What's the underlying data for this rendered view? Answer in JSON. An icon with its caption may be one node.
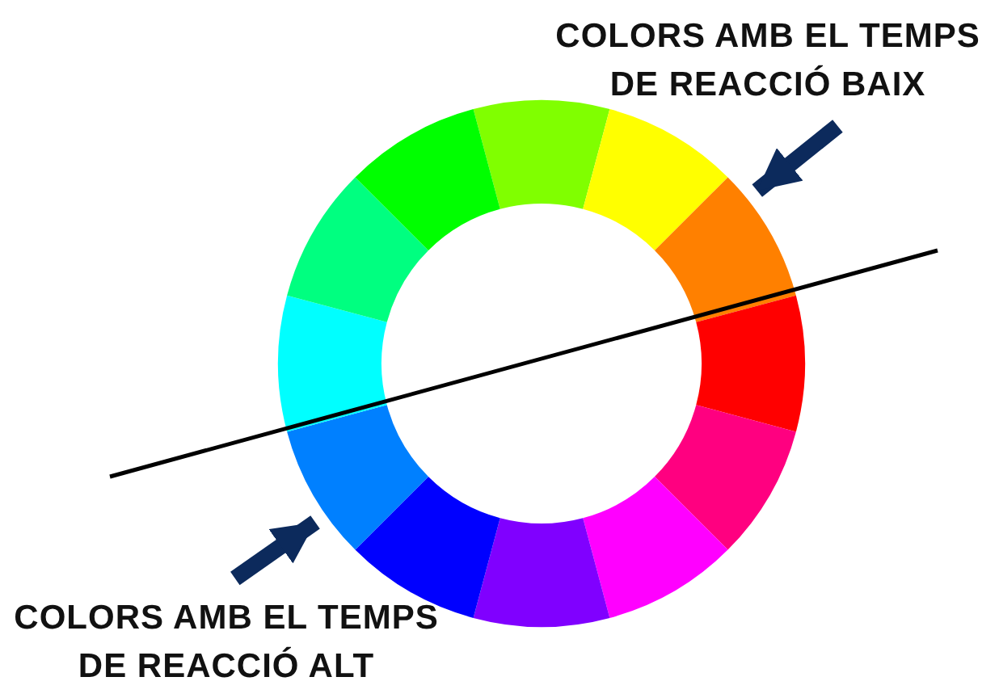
{
  "diagram": {
    "nodes": [
      {
        "text": [
          "COLORS AMB EL TEMPS DE REACCIÓ BAIX"
        ]
      },
      {
        "text": [
          "COLORS AMB EL TEMPS DE REACCIÓ ALT"
        ]
      },
      {
        "text": [],
        "shape": "circle"
      }
    ],
    "edges": [
      {
        "from": 0,
        "to": 2,
        "arrow": "to"
      },
      {
        "from": 1,
        "to": 2,
        "arrow": "to"
      }
    ]
  }
}
